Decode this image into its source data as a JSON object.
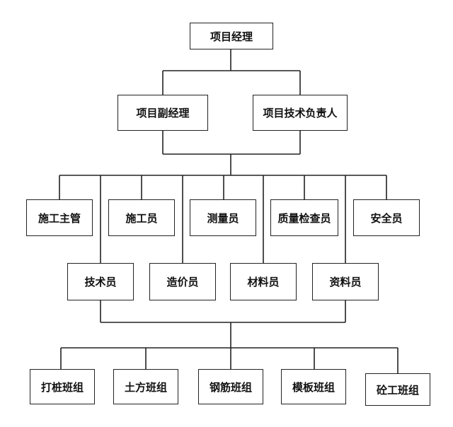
{
  "org_chart": {
    "manager": "项目经理",
    "deputies": [
      "项目副经理",
      "项目技术负责人"
    ],
    "staff_row1": [
      "施工主管",
      "施工员",
      "测量员",
      "质量检查员",
      "安全员"
    ],
    "staff_row2": [
      "技术员",
      "造价员",
      "材料员",
      "资料员"
    ],
    "teams": [
      "打桩班组",
      "土方班组",
      "钢筋班组",
      "模板班组",
      "砼工班组"
    ]
  }
}
